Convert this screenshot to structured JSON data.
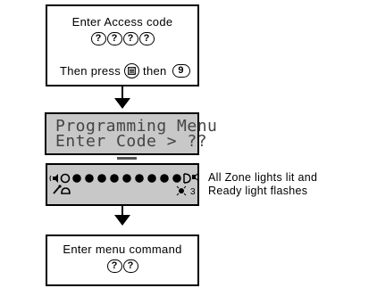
{
  "step1": {
    "title": "Enter Access code",
    "code_marks": [
      "?",
      "?",
      "?",
      "?"
    ],
    "instruction_prefix": "Then press",
    "instruction_middle": "then",
    "key_number": "9"
  },
  "lcd": {
    "line1": "Programming Menu",
    "line2": "Enter Code >   ??"
  },
  "keypad": {
    "zone_count": 9,
    "zone_label": "3"
  },
  "note": {
    "line1": "All Zone lights lit and",
    "line2": "Ready light flashes"
  },
  "step4": {
    "title": "Enter menu command",
    "code_marks": [
      "?",
      "?"
    ]
  }
}
